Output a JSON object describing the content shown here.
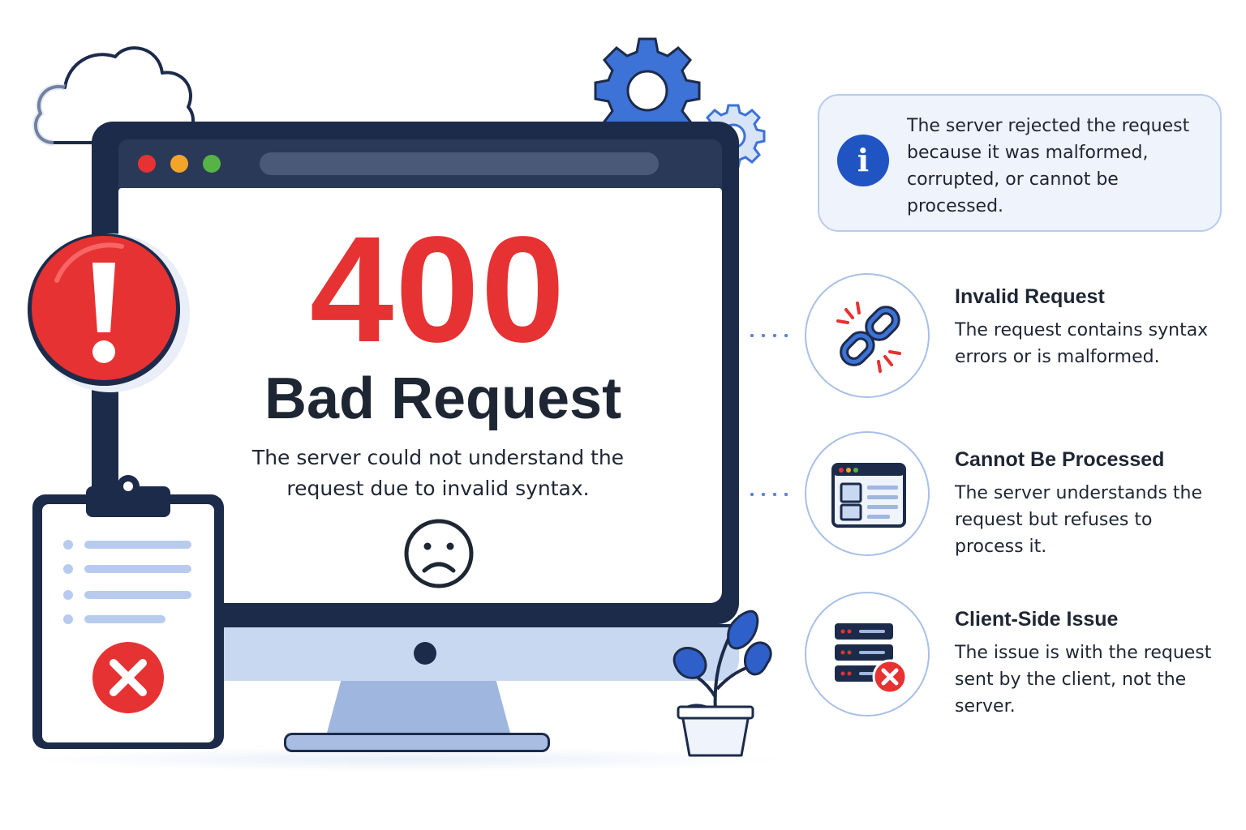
{
  "error": {
    "code": "400",
    "title": "Bad Request",
    "description": "The server could not understand the request due to invalid syntax."
  },
  "info": {
    "icon": "info-icon",
    "glyph": "i",
    "text": "The server rejected the request because it was malformed, corrupted, or cannot be processed."
  },
  "features": [
    {
      "icon": "broken-link-icon",
      "title": "Invalid Request",
      "description": "The request contains syntax errors or is malformed."
    },
    {
      "icon": "browser-window-icon",
      "title": "Cannot Be Processed",
      "description": "The server understands the request but refuses to process it."
    },
    {
      "icon": "server-error-icon",
      "title": "Client-Side Issue",
      "description": "The issue is with the request sent by the client, not the server."
    }
  ],
  "colors": {
    "error_red": "#e63232",
    "navy": "#1d2b4a",
    "accent_blue": "#1f54c2",
    "light_blue": "#c9d8f1"
  }
}
